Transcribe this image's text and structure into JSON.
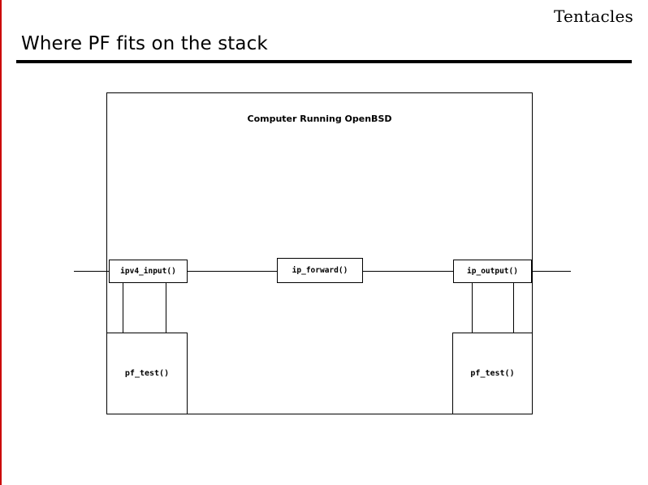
{
  "slide": {
    "brand": "Tentacles",
    "title": "Where PF fits on the stack"
  },
  "diagram": {
    "host_label": "Computer Running OpenBSD",
    "boxes": [
      {
        "id": "ipv4_input",
        "label": "ipv4_input()"
      },
      {
        "id": "ip_forward",
        "label": "ip_forward()"
      },
      {
        "id": "ip_output",
        "label": "ip_output()"
      },
      {
        "id": "pf_test_left",
        "label": "pf_test()"
      },
      {
        "id": "pf_test_right",
        "label": "pf_test()"
      }
    ]
  },
  "colors": {
    "accent_rule": "#cc0000",
    "line": "#000000",
    "background": "#ffffff"
  }
}
